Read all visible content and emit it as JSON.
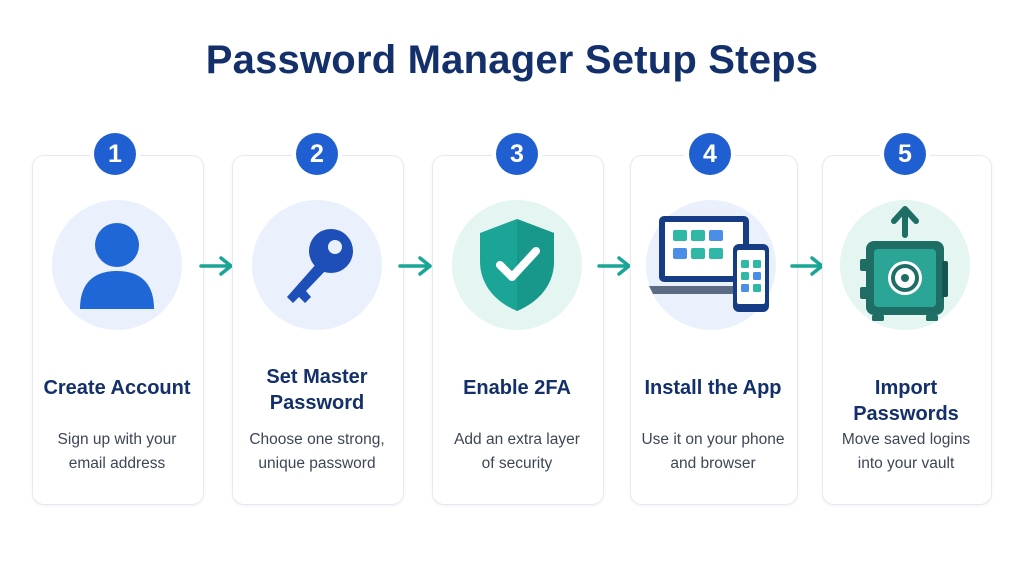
{
  "title": "Password Manager Setup Steps",
  "steps": [
    {
      "number": "1",
      "heading": "Create Account",
      "desc_line1": "Sign up with your",
      "desc_line2": "email address",
      "icon": "user-icon"
    },
    {
      "number": "2",
      "heading_line1": "Set Master",
      "heading_line2": "Password",
      "desc_line1": "Choose one strong,",
      "desc_line2": "unique password",
      "icon": "key-icon"
    },
    {
      "number": "3",
      "heading": "Enable 2FA",
      "desc_line1": "Add an extra layer",
      "desc_line2": "of security",
      "icon": "shield-check-icon"
    },
    {
      "number": "4",
      "heading": "Install the App",
      "desc_line1": "Use it on your phone",
      "desc_line2": "and browser",
      "icon": "devices-icon"
    },
    {
      "number": "5",
      "heading": "Import Passwords",
      "desc_line1": "Move saved logins",
      "desc_line2": "into your vault",
      "icon": "vault-import-icon"
    }
  ],
  "colors": {
    "primary": "#1f5fd1",
    "navy": "#14306b",
    "teal": "#1aa596",
    "dark_teal": "#1e6e66"
  }
}
